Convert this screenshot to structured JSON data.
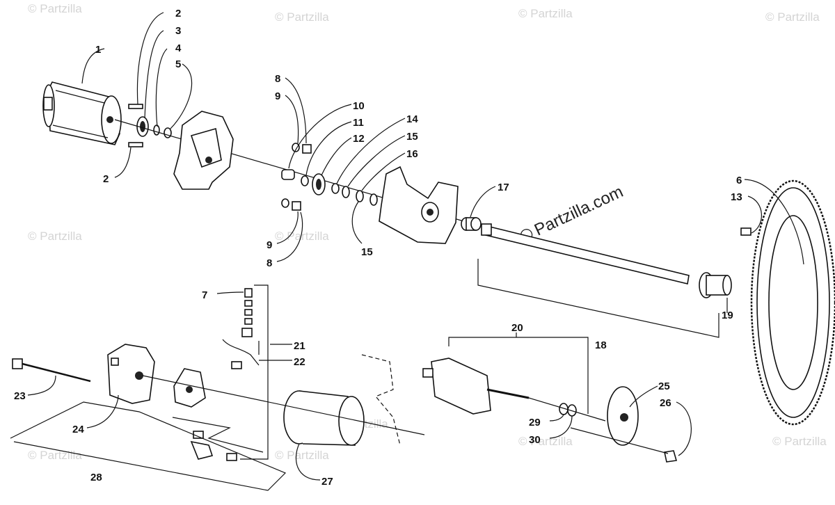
{
  "watermarks": {
    "text": "© Partzilla",
    "center_text": "Partzilla.com"
  },
  "callouts": {
    "c1": "1",
    "c2a": "2",
    "c2b": "2",
    "c3": "3",
    "c4": "4",
    "c5": "5",
    "c6": "6",
    "c7": "7",
    "c8a": "8",
    "c8b": "8",
    "c9a": "9",
    "c9b": "9",
    "c10": "10",
    "c11": "11",
    "c12": "12",
    "c13": "13",
    "c14": "14",
    "c15a": "15",
    "c15b": "15",
    "c16": "16",
    "c17": "17",
    "c18": "18",
    "c19": "19",
    "c20": "20",
    "c21": "21",
    "c22": "22",
    "c23": "23",
    "c24": "24",
    "c25": "25",
    "c26": "26",
    "c27": "27",
    "c28": "28",
    "c29": "29",
    "c30": "30"
  }
}
